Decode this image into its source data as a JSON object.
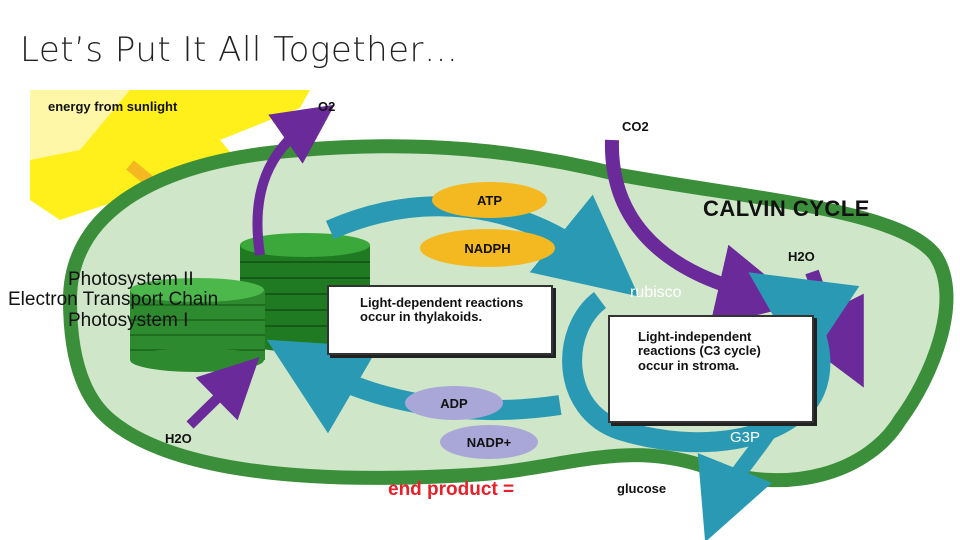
{
  "slide": {
    "title": "Let’s Put It All Together…"
  },
  "diagram": {
    "sunlight_label": "energy from sunlight",
    "o2_label": "O2",
    "co2_label": "CO2",
    "calvin_cycle_label": "CALVIN CYCLE",
    "h2o_top_label": "H2O",
    "h2o_bottom_label": "H2O",
    "photosystem_ii_label": "Photosystem II",
    "electron_transport_label": "Electron Transport Chain",
    "photosystem_i_label": "Photosystem I",
    "atp_label": "ATP",
    "nadph_label": "NADPH",
    "adp_label": "ADP",
    "nadp_label": "NADP+",
    "rubisco_label": "rubisco",
    "g3p_label": "G3P",
    "light_dependent_text": "Light-dependent reactions occur in thylakoids.",
    "light_independent_text": "Light-independent reactions (C3 cycle) occur in stroma.",
    "end_product_label": "end product =",
    "glucose_label": "glucose",
    "colors": {
      "stroma": "#cfe6c9",
      "chloroplast_edge": "#3c8f3a",
      "thylakoid": "#2e8a2e",
      "arrow_purple": "#6a2a9a",
      "arrow_teal": "#2a9ab4",
      "oval_yellow": "#f4b820",
      "oval_lavender": "#a9a6d8",
      "end_product_red": "#e8202a",
      "sun_yellow": "#ffef1a"
    }
  }
}
